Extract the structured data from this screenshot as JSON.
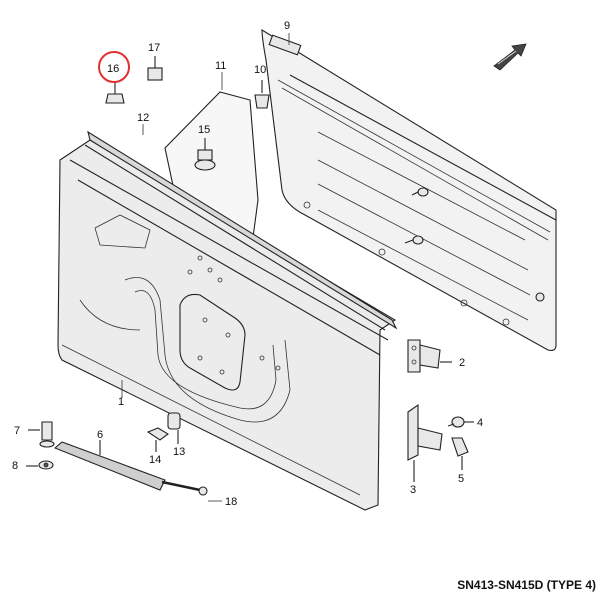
{
  "diagram": {
    "model_code": "SN413-SN415D (TYPE 4)",
    "highlight_color": "#e03030",
    "callouts": {
      "p1": "1",
      "p2": "2",
      "p3": "3",
      "p4": "4",
      "p5": "5",
      "p6": "6",
      "p7": "7",
      "p8": "8",
      "p9": "9",
      "p10": "10",
      "p11": "11",
      "p12": "12",
      "p13": "13",
      "p14": "14",
      "p15": "15",
      "p16": "16",
      "p17": "17",
      "p18": "18"
    },
    "highlighted_part": "16"
  }
}
